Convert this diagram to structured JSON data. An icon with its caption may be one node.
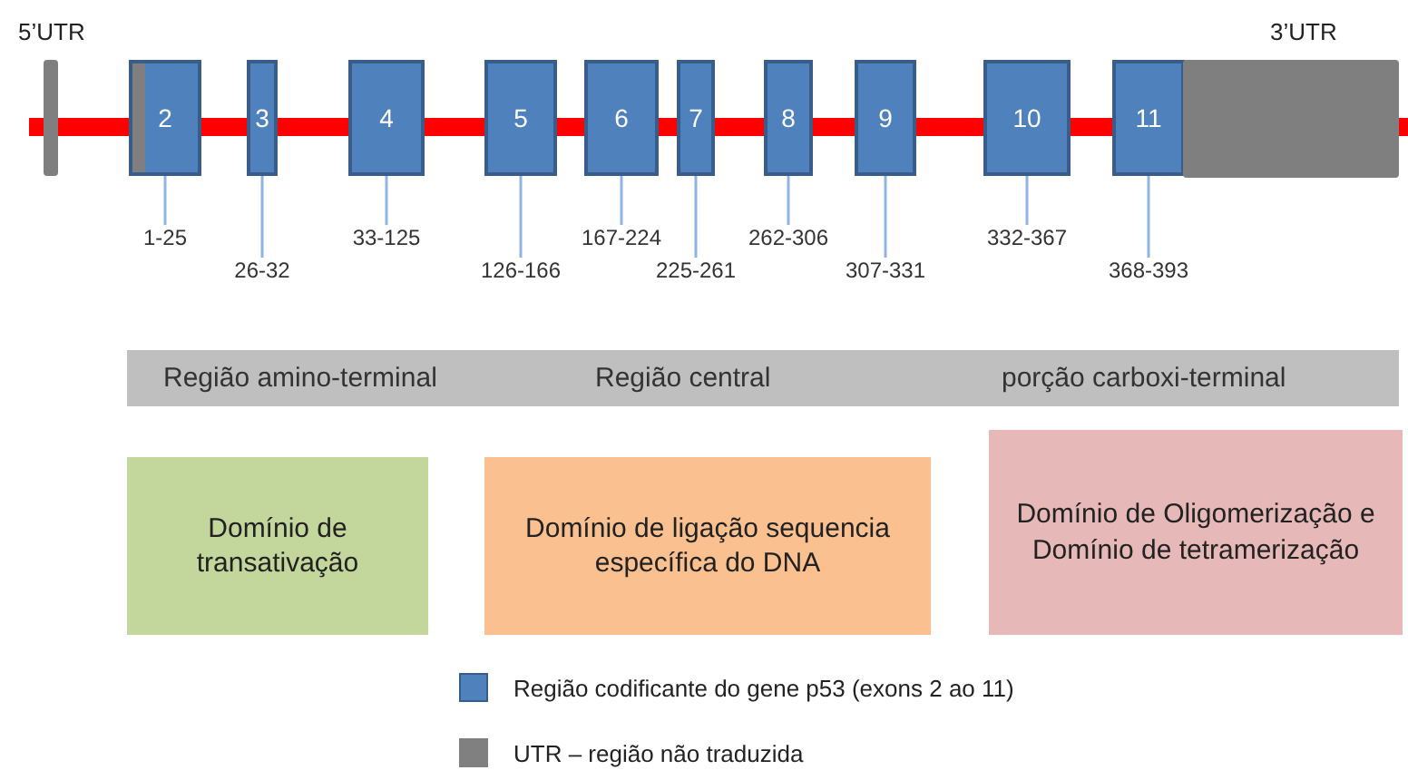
{
  "diagram": {
    "nodes": [
      {
        "text": [
          "5’UTR"
        ]
      },
      {
        "text": [
          "2"
        ]
      },
      {
        "text": [
          "3"
        ]
      },
      {
        "text": [
          "4"
        ]
      },
      {
        "text": [
          "5"
        ]
      },
      {
        "text": [
          "6"
        ]
      },
      {
        "text": [
          "7"
        ]
      },
      {
        "text": [
          "8"
        ]
      },
      {
        "text": [
          "9"
        ]
      },
      {
        "text": [
          "10"
        ]
      },
      {
        "text": [
          "11"
        ]
      },
      {
        "text": [
          "3’UTR"
        ]
      },
      {
        "text": [
          "1-25"
        ]
      },
      {
        "text": [
          "26-32"
        ]
      },
      {
        "text": [
          "33-125"
        ]
      },
      {
        "text": [
          "126-166"
        ]
      },
      {
        "text": [
          "167-224"
        ]
      },
      {
        "text": [
          "225-261"
        ]
      },
      {
        "text": [
          "262-306"
        ]
      },
      {
        "text": [
          "307-331"
        ]
      },
      {
        "text": [
          "332-367"
        ]
      },
      {
        "text": [
          "368-393"
        ]
      },
      {
        "text": [
          "Região amino-terminal",
          "Região central",
          "porção carboxi-terminal"
        ]
      },
      {
        "text": [
          "Domínio de transativação"
        ]
      },
      {
        "text": [
          "Domínio de ligação sequencia específica do DNA"
        ]
      },
      {
        "text": [
          "Domínio de Oligomerização  e Domínio de tetramerização"
        ]
      }
    ],
    "edges": [
      {
        "from": 12,
        "to": 1,
        "arrow": "none"
      },
      {
        "from": 13,
        "to": 2,
        "arrow": "none"
      },
      {
        "from": 14,
        "to": 3,
        "arrow": "none"
      },
      {
        "from": 15,
        "to": 4,
        "arrow": "none"
      },
      {
        "from": 16,
        "to": 5,
        "arrow": "none"
      },
      {
        "from": 17,
        "to": 6,
        "arrow": "none"
      },
      {
        "from": 18,
        "to": 7,
        "arrow": "none"
      },
      {
        "from": 19,
        "to": 8,
        "arrow": "none"
      },
      {
        "from": 20,
        "to": 9,
        "arrow": "none"
      },
      {
        "from": 21,
        "to": 10,
        "arrow": "none"
      }
    ],
    "legend": [
      {
        "text": "Região codificante do gene p53  (exons 2 ao 11)",
        "color": "#4f81bd"
      },
      {
        "text": "UTR – região não traduzida",
        "color": "#808080"
      }
    ]
  }
}
